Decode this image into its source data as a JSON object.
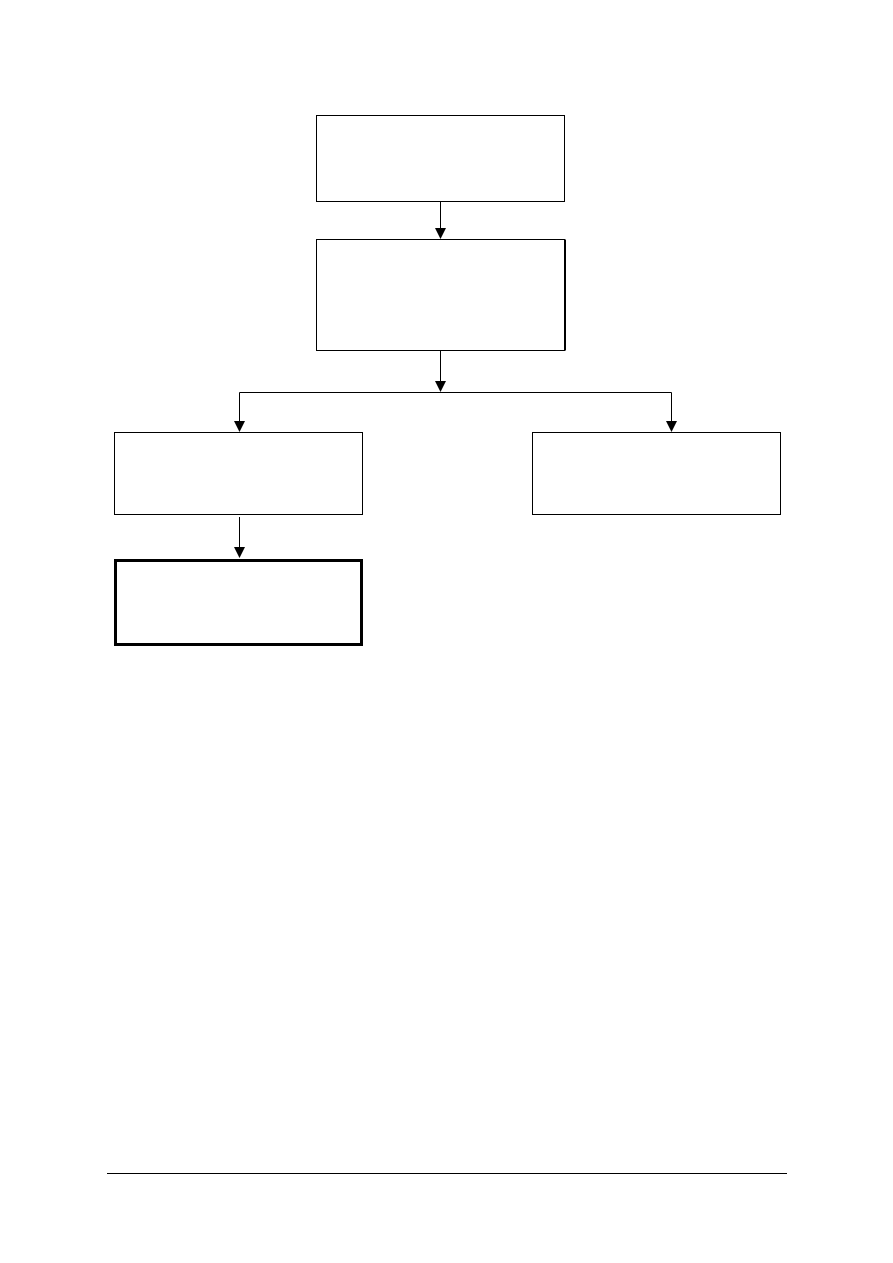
{
  "diagram": {
    "nodes": [
      {
        "id": "node-1",
        "label": ""
      },
      {
        "id": "node-2",
        "label": ""
      },
      {
        "id": "node-3",
        "label": ""
      },
      {
        "id": "node-4",
        "label": ""
      },
      {
        "id": "node-5",
        "label": ""
      }
    ],
    "edges": [
      {
        "from": "node-1",
        "to": "node-2"
      },
      {
        "from": "node-2",
        "to": "node-3"
      },
      {
        "from": "node-2",
        "to": "node-4"
      },
      {
        "from": "node-3",
        "to": "node-5"
      }
    ],
    "colors": {
      "stroke": "#000000",
      "fill": "#ffffff"
    }
  }
}
